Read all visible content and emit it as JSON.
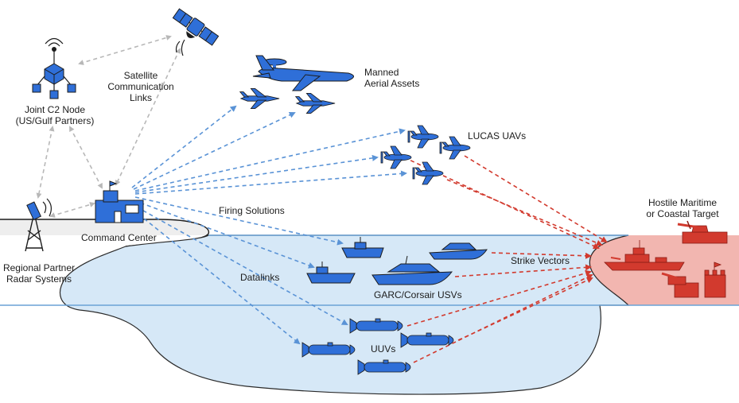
{
  "labels": {
    "joint_c2": [
      "Joint C2 Node",
      "(US/Gulf Partners)"
    ],
    "satellite": [
      "Satellite",
      "Communication",
      "Links"
    ],
    "manned": [
      "Manned",
      "Aerial Assets"
    ],
    "lucas": "LUCAS UAVs",
    "firing": "Firing Solutions",
    "command": "Command Center",
    "radar": [
      "Regional Partner",
      "Radar Systems"
    ],
    "strike": "Strike Vectors",
    "hostile": [
      "Hostile Maritime",
      "or Coastal Target"
    ],
    "datalinks": "Datalinks",
    "usv": "GARC/Corsair USVs",
    "uuv": "UUVs"
  },
  "icons": {
    "satellite": "satellite-icon",
    "c2_node": "network-node-icon",
    "command": "command-center-icon",
    "radar": "radar-tower-icon",
    "awacs": "awacs-aircraft-icon",
    "fighter": "fighter-jet-icon",
    "uav": "uav-icon",
    "usv": "usv-boat-icon",
    "uuv": "uuv-icon",
    "target": "hostile-target-icon"
  },
  "colors": {
    "asset_blue": "#2f6fd8",
    "link_blue": "#5a93d6",
    "link_gray": "#b8b8b8",
    "strike_red": "#d23a2e",
    "target_fill": "#f2b6b0",
    "water_fill": "#d6e8f7",
    "land_fill": "#eeeeee"
  }
}
